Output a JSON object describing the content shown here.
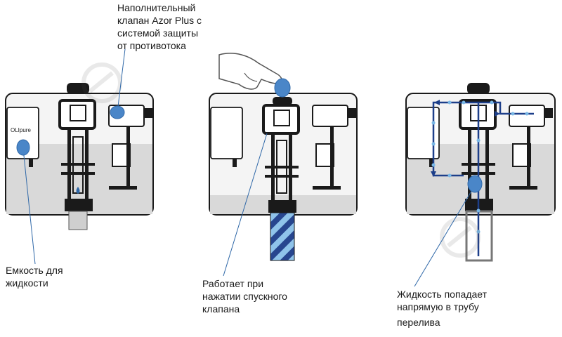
{
  "labels": {
    "fill_valve": [
      "Наполнительный",
      "клапан Azor Plus с",
      "системой защиты",
      "от противотока"
    ],
    "reservoir": [
      "Емкость для",
      "жидкости"
    ],
    "flush_trigger": [
      "Работает при",
      "нажатии спускного",
      "клапана"
    ],
    "overflow": [
      "Жидкость попадает",
      "напрямую в трубу",
      "перелива"
    ]
  },
  "brand_text": "OLIpure",
  "colors": {
    "outline": "#1a1a1a",
    "water": "#d9d9d9",
    "tank_fill": "#f4f4f4",
    "marker": "#4a86c8",
    "marker_stroke": "#2f68a8",
    "flow": "#1d3f8a",
    "flow_dot": "#7ab8e6",
    "stripe_light": "#8fc3ea",
    "stripe_dark": "#27468f"
  },
  "icons": [
    "drop-icon",
    "hand-icon",
    "watermark-logo-icon"
  ]
}
